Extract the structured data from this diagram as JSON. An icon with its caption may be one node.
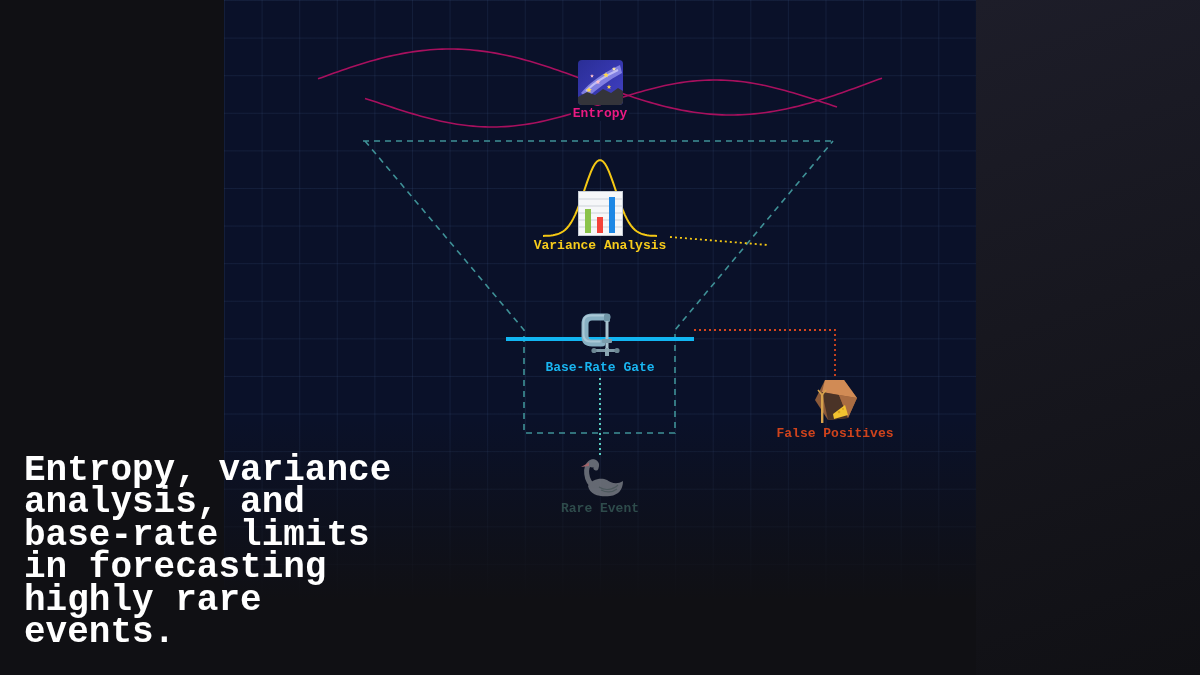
{
  "diagram": {
    "title": "Entropy, variance analysis, and base-rate limits in forecasting highly rare events.",
    "nodes": [
      {
        "text": [
          "Entropy"
        ]
      },
      {
        "text": [
          "Variance Analysis"
        ]
      },
      {
        "text": [
          "Base-Rate Gate"
        ]
      },
      {
        "text": [
          "False Positives"
        ]
      },
      {
        "text": [
          "Rare Event"
        ]
      }
    ],
    "edges": [
      {
        "from": 2,
        "to": 4,
        "arrow": "none",
        "style": "dashed",
        "color": "#5fe0d2"
      },
      {
        "from": 2,
        "to": 3,
        "arrow": "none",
        "style": "dashed",
        "color": "#d9461c"
      },
      {
        "from": 1,
        "to": null,
        "arrow": "none",
        "style": "dashed",
        "color": "#f5c814"
      }
    ]
  }
}
